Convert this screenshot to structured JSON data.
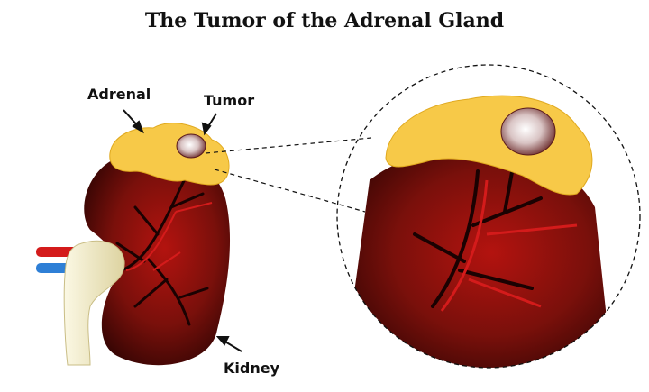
{
  "title": "The Tumor of the Adrenal Gland",
  "labels": {
    "adrenal": "Adrenal",
    "tumor": "Tumor",
    "kidney": "Kidney"
  },
  "colors": {
    "kidney": "#5a0c08",
    "kidney_highlight": "#b3130f",
    "adrenal": "#f7c948",
    "vessel": "#d41b1b",
    "vein": "#2e7fd6",
    "ureter": "#f1ecc8"
  }
}
